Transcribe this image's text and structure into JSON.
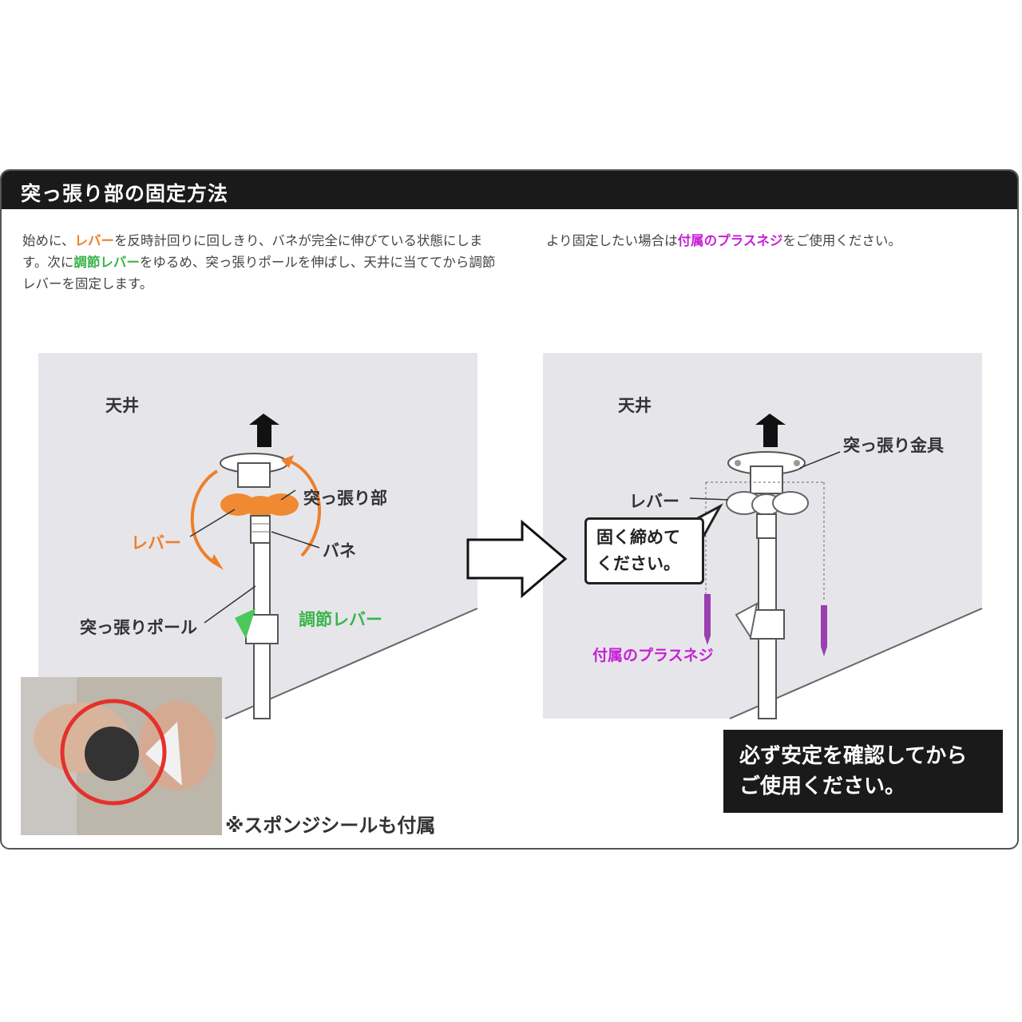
{
  "header": {
    "title": "突っ張り部の固定方法"
  },
  "left_desc": {
    "p1": "始めに、",
    "lever": "レバー",
    "p2": "を反時計回りに回しきり、バネが完全に伸びている状態にします。次に",
    "adjust_lever": "調節レバー",
    "p3": "をゆるめ、突っ張りポールを伸ばし、天井に当ててから調節レバーを固定します。"
  },
  "right_desc": {
    "p1": "より固定したい場合は",
    "screw": "付属のプラスネジ",
    "p2": "をご使用ください。"
  },
  "left_diagram": {
    "ceiling": "天井",
    "tension_part": "突っ張り部",
    "lever": "レバー",
    "spring": "バネ",
    "pole": "突っ張りポール",
    "adjust_lever": "調節レバー"
  },
  "right_diagram": {
    "ceiling": "天井",
    "fitting": "突っ張り金具",
    "lever": "レバー",
    "bubble_line1": "固く締めて",
    "bubble_line2": "ください。",
    "screw": "付属のプラスネジ"
  },
  "photo_note": "※スポンジシールも付属",
  "warning": {
    "line1": "必ず安定を確認してから",
    "line2": "ご使用ください。"
  },
  "colors": {
    "orange": "#ee7f2a",
    "green": "#39b54a",
    "purple": "#c61fd6",
    "panel": "#e6e6ea",
    "header": "#1a1a1a"
  }
}
